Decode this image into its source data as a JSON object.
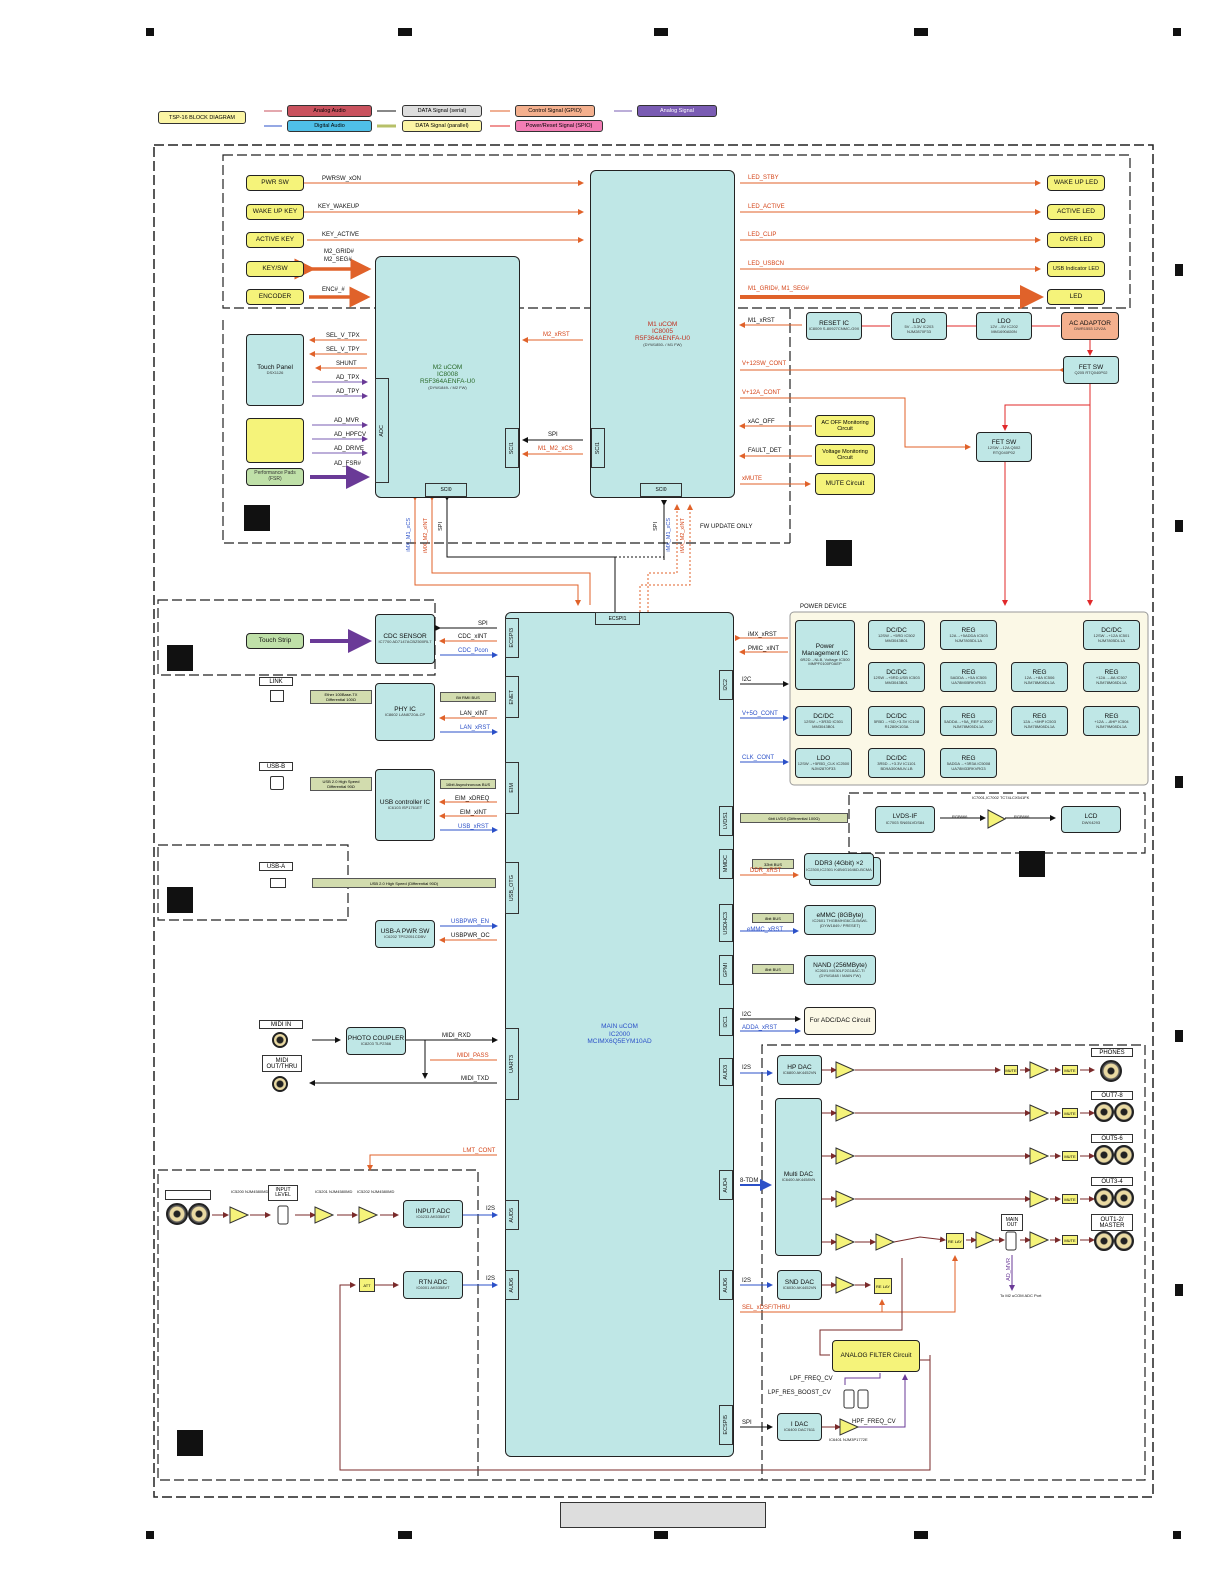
{
  "title": "TSP-16 BLOCK DIAGRAM",
  "legend": {
    "analog_audio": "Analog Audio",
    "digital_audio": "Digital Audio",
    "data_serial": "DATA Signal (serial)",
    "data_parallel": "DATA Signal (parallel)",
    "control": "Control Signal (GPIO)",
    "power_reset": "Power/Reset Signal (SPIO)",
    "analog_signal": "Analog Signal"
  },
  "colors": {
    "analog_audio": "#c9525e",
    "digital_audio": "#4fc0e8",
    "control": "#f4b08e",
    "power_reset": "#f27db4",
    "analog_signal": "#7a5cb3",
    "signal_orange": "#e0622a",
    "signal_blue": "#2b50c8",
    "signal_purple": "#6a3a97"
  },
  "panel": {
    "pwr_sw": "PWR SW",
    "wake_up_key": "WAKE UP KEY",
    "active_key": "ACTIVE KEY",
    "key_sw": "KEY/SW",
    "encoder": "ENCODER",
    "touch_panel": "Touch Panel",
    "touch_panel_sub": "DSX1126",
    "perf_pads": "Performance Pads",
    "perf_pads2": "(FSR)",
    "m2_t1": "M2 uCOM",
    "m2_t2": "IC8008",
    "m2_t3": "R5F364AENFA-U0",
    "m2_t4": "(DYW1849- / M2 FW)",
    "m1_t1": "M1 uCOM",
    "m1_t2": "IC8005",
    "m1_t3": "R5F364AENFA-U0",
    "m1_t4": "(DYW1850- / M1 FW)",
    "adc": "ADC",
    "sci1": "SCI1",
    "sci0": "SCI0",
    "wake_up_led": "WAKE UP LED",
    "active_led": "ACTIVE LED",
    "over_led": "OVER LED",
    "usb_led": "USB Indicator LED",
    "led": "LED",
    "reset_ic": "RESET IC",
    "reset_ic_s": "IC8009 S-80927CNMC-G9X",
    "ldo1": "LDO",
    "ldo1_s": "5V→3.3V IC203 NJM2870F33",
    "ldo2": "LDO",
    "ldo2_s": "12V→5V IC202 MM1690A50N",
    "ac_adaptor": "AC ADAPTOR",
    "ac_adaptor_s": "DWR1553 12V2A",
    "fet1": "FET SW",
    "fet1_s": "Q205 RTQ040P02",
    "fet2": "FET SW",
    "fet2_s": "12SW→12A Q502 RTQ040P02",
    "acoff": "AC OFF Monitoring Circuit",
    "vmon": "Voltage Monitoring Circuit",
    "mute": "MUTE Circuit"
  },
  "signals": {
    "pwrsw": "PWRSW_xON",
    "keywake": "KEY_WAKEUP",
    "keyact": "KEY_ACTIVE",
    "m2grid": "M2_GRID#",
    "m2seg": "M2_SEG#",
    "enc": "ENC#_#",
    "selvtpx": "SEL_V_TPX",
    "selvtpy": "SEL_V_TPY",
    "shunt": "SHUNT",
    "adtpx": "AD_TPX",
    "adtpy": "AD_TPY",
    "admvr": "AD_MVR",
    "adhpfcv": "AD_HPFCV",
    "addrive": "AD_DRIVE",
    "adfsr": "AD_FSR#",
    "m2rst": "M2_xRST",
    "spi": "SPI",
    "m1m2cs": "M1_M2_xCS",
    "ledstby": "LED_STBY",
    "ledact": "LED_ACTIVE",
    "ledclip": "LED_CLIP",
    "ledusb": "LED_USBCN",
    "m1grid": "M1_GRID#, M1_SEG#",
    "m1rst": "M1_xRST",
    "v12sw": "V+12SW_CONT",
    "v12a": "V+12A_CONT",
    "xacoff": "xAC_OFF",
    "faultdet": "FAULT_DET",
    "smute": "xMUTE",
    "imxm1cs": "iMX_M1_xCS",
    "imxm2int": "iMX_M2_xINT",
    "spi_v": "SPI",
    "fwupdate": "FW UPDATE  ONLY"
  },
  "main": {
    "ecspi1": "ECSPI1",
    "t1": "MAIN uCOM",
    "t2": "IC2000",
    "t3": "MCIMX6Q5EYM10AD",
    "ecspi3": "ECSPI3",
    "enet": "ENET",
    "eim": "EIM",
    "usbotg": "USB_OTG",
    "uart3": "UART3",
    "aud5": "AUD5",
    "aud6": "AUD6",
    "i2c2": "I2C2",
    "lvds1": "LVDS1",
    "mmdc": "MMDC",
    "usdhc3": "USDHC3",
    "gpmi": "GPMI",
    "i2c1": "I2C1",
    "aud3": "AUD3",
    "aud4": "AUD4",
    "aud6r": "AUD6",
    "ecspi5": "ECSPI5"
  },
  "left": {
    "touch_strip": "Touch Strip",
    "cdc": "CDC SENSOR",
    "cdc_s": "IC7700 AD7147ACBZ500RL7",
    "spi": "SPI",
    "cdcint": "CDC_xINT",
    "cdcpcon": "CDC_Pcon",
    "link": "LINK",
    "phy": "PHY IC",
    "phy_s": "IC8602 LAN8720A-CP",
    "ether": "Ether 100Base-TX",
    "ether2": "Differential 100Ω",
    "rmii": "Bit RMII BUS",
    "lanint": "LAN_xINT",
    "lanrst": "LAN_xRST",
    "usbb": "USB-B",
    "usbctl": "USB controller IC",
    "usbctl_s": "IC6103 ISP1761ET",
    "usbhs": "USB 2.0 High Speed",
    "usbhs2": "Differential 90Ω",
    "async": "16bit Asynchronous BUS",
    "eimdreq": "EIM_xDREQ",
    "eimint": "EIM_xINT",
    "usbrst": "USB_xRST",
    "usba": "USB-A",
    "usbabar": "USB 2.0 High Speed  (Differential 90Ω)",
    "usbapwr": "USB-A PWR SW",
    "usbapwr_s": "IC6202 TPS2051CDBV",
    "usbpwren": "USBPWR_EN",
    "usbpwroc": "USBPWR_OC",
    "midiin": "MIDI IN",
    "midiout": "MIDI OUT/THRU",
    "photo": "PHOTO COUPLER",
    "photo_s": "IC8203 TLP2366",
    "midirxd": "MIDI_RXD",
    "midipass": "MIDI_PASS",
    "miditxd": "MIDI_TXD",
    "lmtcont": "LMT_CONT",
    "inlevel": "INPUT LEVEL",
    "inadc": "INPUT ADC",
    "inadc_s": "IC6233 AK5358VT",
    "rtnadc": "RTN ADC",
    "rtnadc_s": "IC6001 AK5358VT",
    "att": "ATT",
    "i2s": "I2S",
    "ic5200": "IC5200 NJM4580MD",
    "ic5201": "IC5201 NJM4580MD",
    "ic5202": "IC5202 NJM4580MD"
  },
  "power": {
    "title": "POWER DEVICE",
    "pmic": "Power Management IC",
    "pmic_s": "6R2D→NLB, Voltage IC500 MMPF0100F0AEP",
    "dcdc1": "DC/DC",
    "dcdc1_s": "12SW→+5RD IC502 MM3043B01",
    "reg1": "REG",
    "reg1_s": "12A→+5ADDA IC503 NJM7805DL1A",
    "dcdc2": "DC/DC",
    "dcdc2_s": "12SW→+12A IC501 NJM7805DL1A",
    "dcdc3": "DC/DC",
    "dcdc3_s": "12SW→+5RD,USB IC503 MM3043B01",
    "reg2": "REG",
    "reg2_s": "5ADDA→+5A IC505 UA78M05RKVRG3",
    "reg3": "REG",
    "reg3_s": "12A→+8A IC506 NJM78M08DL1A",
    "reg4": "REG",
    "reg4_s": "+12A→-8A IC507 NJM78M08DL1A",
    "dcdc4": "DC/DC",
    "dcdc4_s": "12SW→+3R3D IC501 MM3043B01",
    "dcdc5": "DC/DC",
    "dcdc5_s": "5R5D→+5D,+3.3V IC108 R1280K103A",
    "reg5": "REG",
    "reg5_s": "5ADDA→+5A_REF IC5007 NJM78M05DL1A",
    "reg6": "REG",
    "reg6_s": "12A→+8HP IC503 NJM78M08DL1A",
    "reg7": "REG",
    "reg7_s": "+12A→-8HP IC504 NJM79M08DL1A",
    "ldo": "LDO",
    "ldo_s": "12SW→+5R5D_CLK IC2500 NJM2870F33",
    "dcdc6": "DC/DC",
    "dcdc6_s": "3R5D→+3.3V IC1101 BD9A300MUV-LB",
    "reg8": "REG",
    "reg8_s": "5ADDA→+3R3A IC5008 UA78M33RKVRG3",
    "imxrst": "iMX_xRST",
    "pmicint": "PMIC_xINT",
    "i2c": "I2C",
    "v5ocont": "V+5O_CONT",
    "clkcont": "CLK_CONT"
  },
  "right": {
    "lvds_bar": "6bit LVDS (Differential 100Ω)",
    "lvdsif": "LVDS-IF",
    "lvdsif_s": "IC7003 SN65LVDS84",
    "lcd": "LCD",
    "lcd_s": "DWX4293",
    "lcd_ic": "IC7001,IC7002 TC74LCX541FK",
    "rgb": "RGB666",
    "rgb2": "RGB666",
    "ddr": "DDR3 (4Gbit) ×2",
    "ddr_s": "IC2300,IC2301 K4B4G1646D-BCMA",
    "ddrrst": "DDR_xRST",
    "bus32": "32bit BUS",
    "emmc": "eMMC (8GByte)",
    "emmc_s": "IC2601 THGBMHG6C1LBAWL (DYW1849 / PRESET)",
    "bus8": "8bit BUS",
    "emmcrst": "eMMC_xRST",
    "nand": "NAND (256MByte)",
    "nand_s": "IC2601 MX30LF2G18AC-TI (DYW1848 / MAIN FW)",
    "bus8b": "8bit BUS",
    "i2c": "I2C",
    "addarst": "ADDA_xRST",
    "adda": "For ADC/DAC Circuit",
    "hpdac": "HP DAC",
    "hpdac_s": "IC6800 AK4452VN",
    "i2s": "I2S",
    "tdm": "8-TDM",
    "i2s2": "I2S",
    "spi": "SPI",
    "multidac": "Multi DAC",
    "multidac_s": "IC6400 AK4458VN",
    "snddac": "SND DAC",
    "snddac_s": "IC6030 AK4452VN",
    "filter": "ANALOG FILTER Circuit",
    "lpffreq": "LPF_FREQ_CV",
    "lpfres": "LPF_RES_BOOST_CV",
    "hpffreq": "HPF_FREQ_CV",
    "idac": "I DAC",
    "idac_s": "IC6400 DAC7611",
    "ic6401": "IC6401 NJM3P1772E",
    "seldsf": "SEL_xDSF/THRU",
    "admvr": "AD_MVR",
    "tom2": "To M2 uCOM ADC Port",
    "phones": "PHONES",
    "out78": "OUT7-8",
    "out56": "OUT5-6",
    "out34": "OUT3-4",
    "out12": "OUT1-2/ MASTER",
    "mainout": "MAIN OUT",
    "relay": "RE LAY",
    "mute": "MUTE",
    "sw": "SW"
  }
}
